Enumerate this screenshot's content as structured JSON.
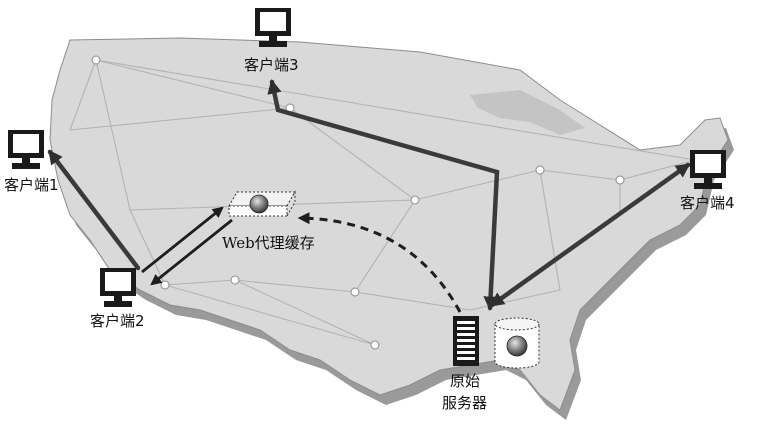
{
  "labels": {
    "client1": "客户端1",
    "client2": "客户端2",
    "client3": "客户端3",
    "client4": "客户端4",
    "proxy": "Web代理缓存",
    "origin_line1": "原始",
    "origin_line2": "服务器"
  },
  "colors": {
    "map_fill": "#d9d9d9",
    "map_shadow": "#9a9a9a",
    "map_stroke": "#8c8c8c",
    "network_line": "#b3b3b3",
    "path_dark": "#3a3a3a",
    "text": "#111111"
  },
  "icons": {
    "client": "desktop-computer-icon",
    "proxy": "proxy-cache-appliance-icon",
    "server": "server-tower-icon",
    "database": "database-cylinder-icon"
  }
}
